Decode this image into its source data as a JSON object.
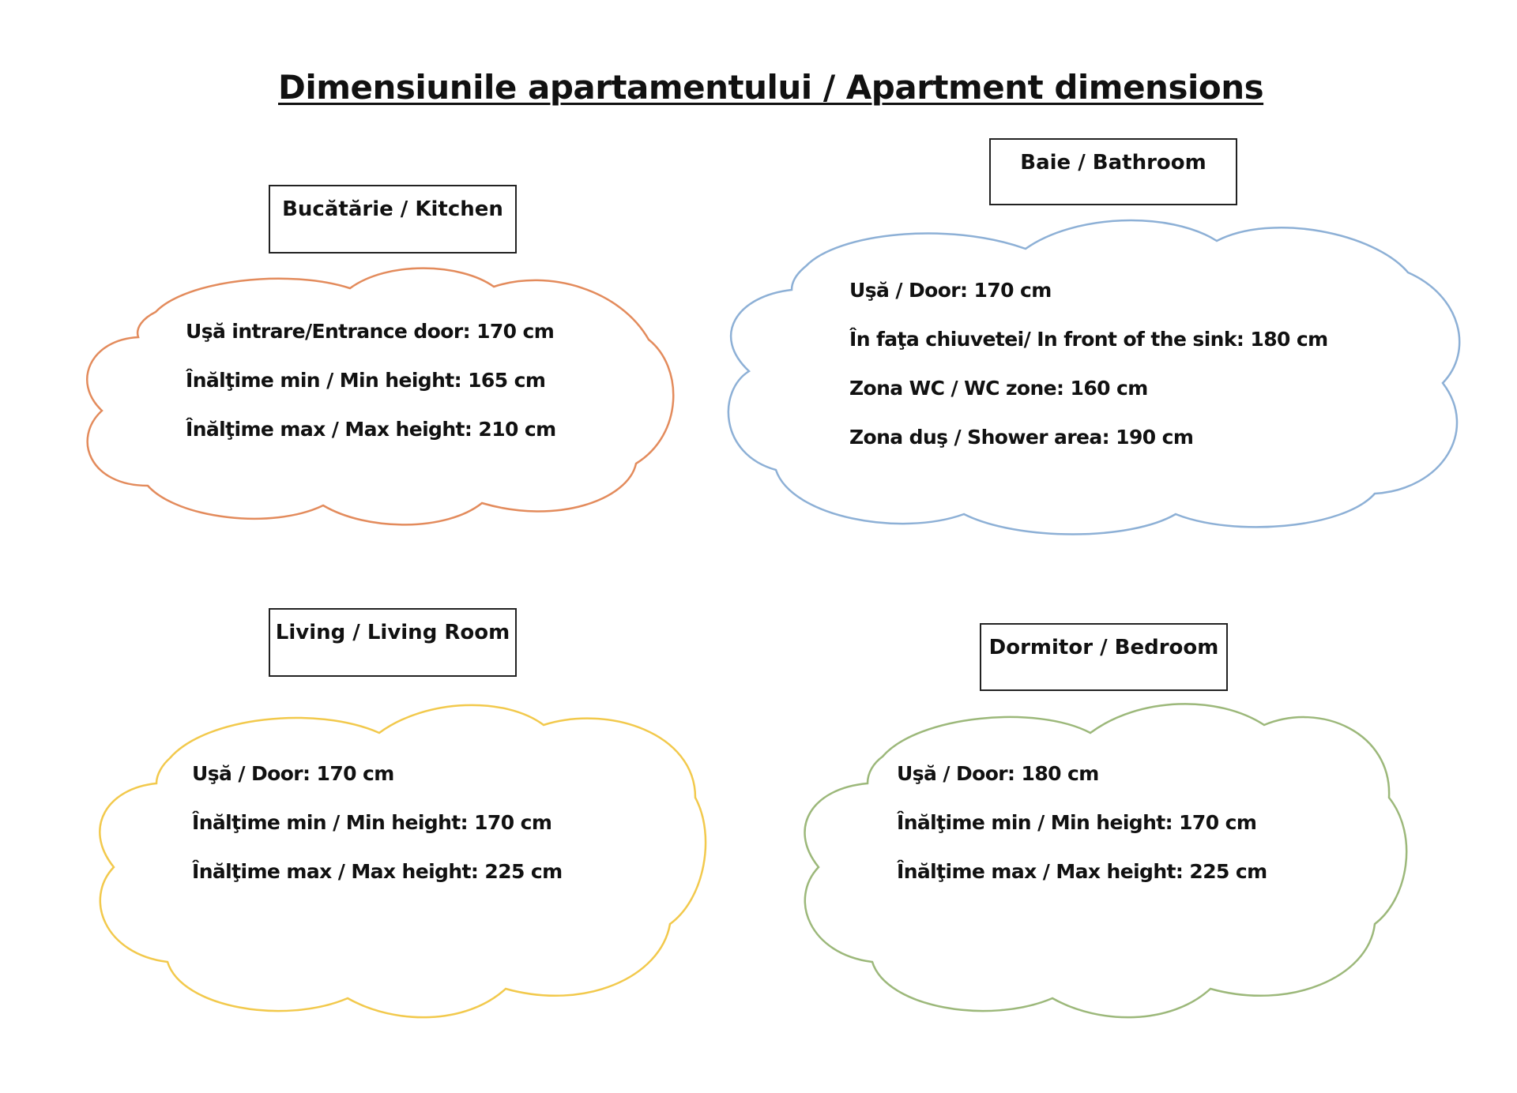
{
  "title": "Dimensiunile apartamentului / Apartment dimensions",
  "rooms": {
    "kitchen": {
      "label": "Bucătărie / Kitchen",
      "color": "#E38B5C",
      "lines": [
        "Uşă intrare/Entrance door: 170 cm",
        "Înălţime min / Min height: 165 cm",
        "Înălţime max / Max height: 210 cm"
      ]
    },
    "bathroom": {
      "label": "Baie / Bathroom",
      "color": "#8DB0D6",
      "lines": [
        "Uşă / Door: 170 cm",
        "În faţa chiuvetei/ In front of the sink: 180 cm",
        "Zona WC / WC zone: 160 cm",
        "Zona duş / Shower area: 190 cm"
      ]
    },
    "living": {
      "label": "Living / Living Room",
      "color": "#F2C94C",
      "lines": [
        "Uşă / Door: 170 cm",
        "Înălţime min / Min height: 170 cm",
        "Înălţime max / Max height: 225 cm"
      ]
    },
    "bedroom": {
      "label": "Dormitor / Bedroom",
      "color": "#9CB87A",
      "lines": [
        "Uşă / Door: 180 cm",
        "Înălţime min / Min height: 170 cm",
        "Înălţime max / Max height: 225 cm"
      ]
    }
  }
}
